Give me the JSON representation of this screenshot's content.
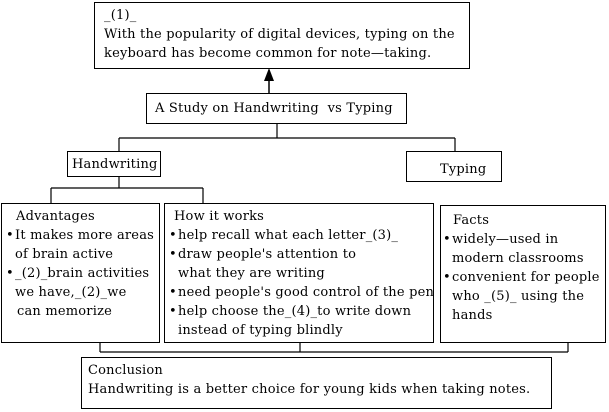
{
  "top_box": {
    "blank": "_(1)_",
    "line1": "With the popularity of digital devices, typing on the",
    "line2": "keyboard has become common for note—taking."
  },
  "title": "A Study on Handwriting  vs Typing",
  "handwriting": "Handwriting",
  "typing": "Typing",
  "advantages": {
    "heading": "Advantages",
    "b1l1": "It makes more areas",
    "b1l2": "of brain active",
    "b2l1": "_(2)_brain activities",
    "b2l2": "we have,_(2)_we",
    "b2l3": "can memorize"
  },
  "how_it_works": {
    "heading": "How it works",
    "i1": "help recall what each letter_(3)_",
    "i2l1": "draw people's attention to",
    "i2l2": "what they are writing",
    "i3": "need people's good control of the pen",
    "i4l1": "help choose the_(4)_to write down",
    "i4l2": "instead of typing blindly"
  },
  "facts": {
    "heading": "Facts",
    "f1l1": "widely—used in",
    "f1l2": "modern classrooms",
    "f2l1": "convenient for people",
    "f2l2": "who _(5)_ using the",
    "f2l3": "hands"
  },
  "conclusion": {
    "heading": "Conclusion",
    "text": "Handwriting is a better choice for young kids when taking notes."
  }
}
